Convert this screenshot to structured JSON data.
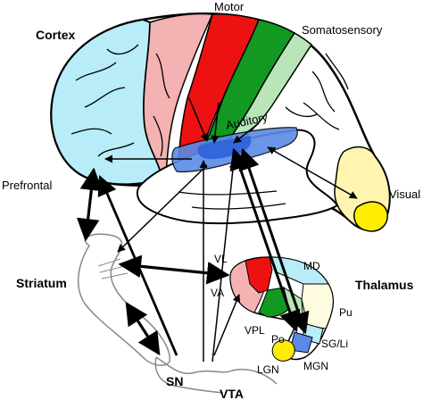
{
  "labels": {
    "cortex": "Cortex",
    "motor": "Motor",
    "somatosensory": "Somatosensory",
    "auditory": "Auditory",
    "prefrontal": "Prefrontal",
    "visual": "Visual",
    "striatum": "Striatum",
    "thalamus": "Thalamus",
    "sn": "SN",
    "vta": "VTA",
    "vl": "VL",
    "va": "VA",
    "md": "MD",
    "pu": "Pu",
    "vpl": "VPL",
    "po": "Po",
    "sg_li": "SG/Li",
    "lgn": "LGN",
    "mgn": "MGN"
  },
  "colors": {
    "prefrontal": "#b8ecf8",
    "premotor": "#f4b2b2",
    "motor": "#ee1111",
    "somatosensory_dark": "#119922",
    "somatosensory_light": "#b8e6b8",
    "auditory": "#5a8ae6",
    "visual_light": "#fff5b0",
    "visual_dark": "#ffee00",
    "outline": "#000000",
    "subcortical_outline": "#888888"
  }
}
